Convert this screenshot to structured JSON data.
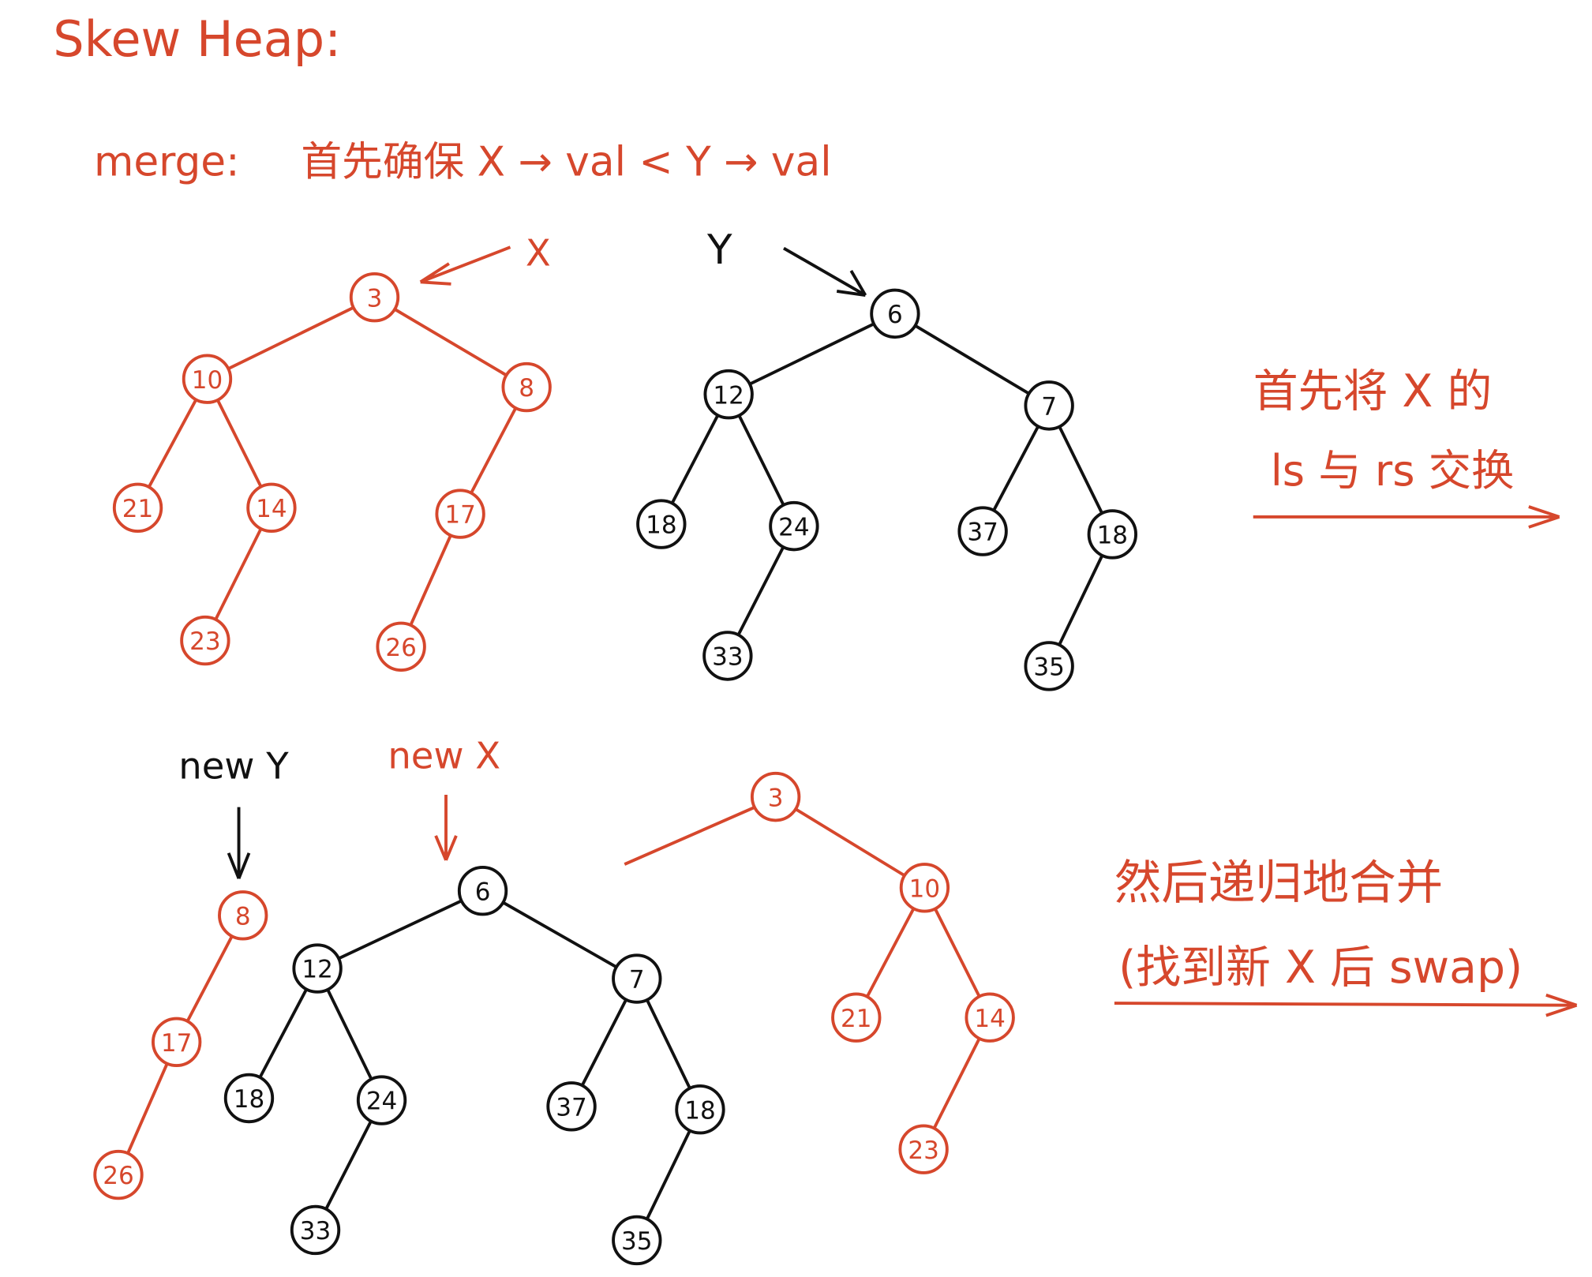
{
  "title": "Skew Heap:",
  "merge_label": "merge:",
  "merge_condition": "首先确保 X → val < Y → val",
  "label_x": "X",
  "label_y": "Y",
  "label_new_y": "new Y",
  "label_new_x": "new X",
  "note_swap_line1": "首先将 X 的",
  "note_swap_line2": "ls 与 rs 交换",
  "note_recurse_line1": "然后递归地合并",
  "note_recurse_line2": "(找到新 X 后 swap)",
  "colors": {
    "red": "#d6472c",
    "black": "#111111"
  },
  "trees": {
    "x_tree": {
      "color": "red",
      "nodes": [
        "3",
        "10",
        "8",
        "21",
        "14",
        "17",
        "23",
        "26"
      ],
      "edges": [
        [
          0,
          1
        ],
        [
          0,
          2
        ],
        [
          1,
          3
        ],
        [
          1,
          4
        ],
        [
          2,
          5
        ],
        [
          4,
          6
        ],
        [
          5,
          7
        ]
      ]
    },
    "y_tree": {
      "color": "black",
      "nodes": [
        "6",
        "12",
        "7",
        "18",
        "24",
        "37",
        "18",
        "33",
        "35"
      ],
      "edges": [
        [
          0,
          1
        ],
        [
          0,
          2
        ],
        [
          1,
          3
        ],
        [
          1,
          4
        ],
        [
          2,
          5
        ],
        [
          2,
          6
        ],
        [
          4,
          7
        ],
        [
          6,
          8
        ]
      ]
    },
    "new_y_tree": {
      "color": "red",
      "nodes": [
        "8",
        "17",
        "26"
      ],
      "edges": [
        [
          0,
          1
        ],
        [
          1,
          2
        ]
      ]
    },
    "new_x_tree": {
      "color": "black",
      "nodes": [
        "6",
        "12",
        "7",
        "18",
        "24",
        "37",
        "18",
        "33",
        "35"
      ],
      "edges": [
        [
          0,
          1
        ],
        [
          0,
          2
        ],
        [
          1,
          3
        ],
        [
          1,
          4
        ],
        [
          2,
          5
        ],
        [
          2,
          6
        ],
        [
          4,
          7
        ],
        [
          6,
          8
        ]
      ]
    },
    "merged_tree": {
      "color": "red",
      "nodes": [
        "3",
        "10",
        "21",
        "14",
        "23"
      ],
      "edges": [
        [
          0,
          1
        ],
        [
          1,
          2
        ],
        [
          1,
          3
        ],
        [
          3,
          4
        ]
      ]
    }
  }
}
